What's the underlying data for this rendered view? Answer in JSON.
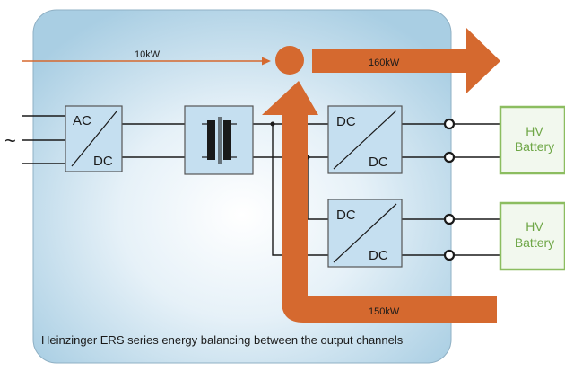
{
  "input_power": "10kW",
  "output_power": "160kW",
  "return_power": "150kW",
  "ac_symbol": "~",
  "converter_ac": {
    "top": "AC",
    "bottom": "DC"
  },
  "converter_dc1": {
    "top": "DC",
    "bottom": "DC"
  },
  "converter_dc2": {
    "top": "DC",
    "bottom": "DC"
  },
  "battery1": {
    "line1": "HV",
    "line2": "Battery"
  },
  "battery2": {
    "line1": "HV",
    "line2": "Battery"
  },
  "caption": "Heinzinger ERS series energy balancing between the output channels",
  "colors": {
    "panel_center": "#ffffff",
    "panel_edge": "#a9cee3",
    "panel_border": "#8fb0c4",
    "orange": "#d5692f",
    "line": "#1a1a1a",
    "box_fill": "#c5dff0",
    "box_border": "#555555",
    "battery_border": "#8cbd60",
    "battery_fill": "#f2f8ee",
    "battery_text": "#6ea646"
  }
}
